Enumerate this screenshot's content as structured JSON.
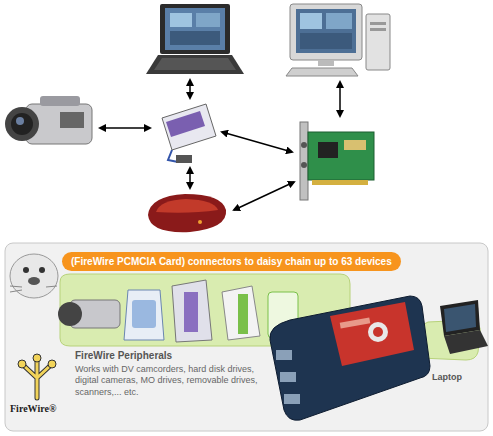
{
  "diagram": {
    "nodes": [
      {
        "text": [
          "(FireWire PCMCIA Card) connectors to daisy chain up to 63 devices"
        ]
      }
    ],
    "labels": [
      "FireWire Peripherals",
      "Works with DV camcorders, hard disk drives, digital cameras, MO drives, removable drives, scanners,... etc.",
      "FireWire®",
      "Laptop"
    ]
  }
}
